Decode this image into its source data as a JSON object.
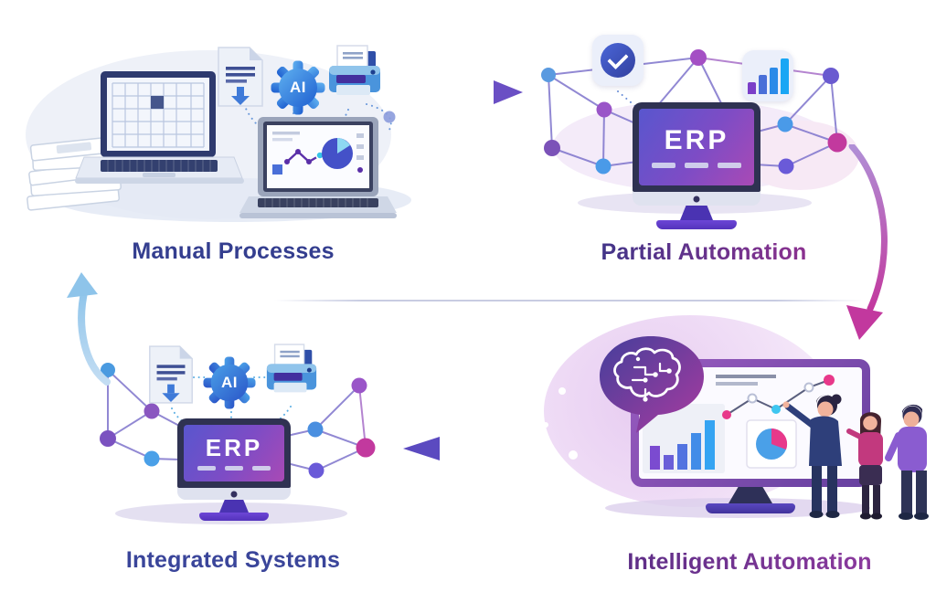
{
  "diagram": {
    "type": "cycle",
    "title": "",
    "stages": [
      {
        "id": "manual-processes",
        "label": "Manual Processes",
        "label_color": "#343e8f",
        "position": "top-left",
        "icons": [
          "papers-stack-icon",
          "laptop-spreadsheet-icon",
          "document-download-icon",
          "ai-gear-icon",
          "printer-icon",
          "laptop-dashboard-icon"
        ]
      },
      {
        "id": "partial-automation",
        "label": "Partial Automation",
        "label_color_start": "#3e3487",
        "label_color_end": "#8f3190",
        "position": "top-right",
        "icons": [
          "check-badge-icon",
          "bar-chart-badge-icon",
          "erp-monitor",
          "network-nodes"
        ]
      },
      {
        "id": "intelligent-automation",
        "label": "Intelligent Automation",
        "label_color_start": "#5c2d86",
        "label_color_end": "#8d3a9e",
        "position": "bottom-right",
        "icons": [
          "brain-circuit-bubble-icon",
          "analytics-monitor",
          "people-group"
        ]
      },
      {
        "id": "integrated-systems",
        "label": "Integrated Systems",
        "label_color": "#3a459a",
        "position": "bottom-left",
        "icons": [
          "document-download-icon",
          "ai-gear-icon",
          "printer-icon",
          "erp-monitor",
          "network-nodes"
        ]
      }
    ],
    "erp_badge": {
      "label": "ERP"
    },
    "ai_badge": {
      "label": "AI"
    },
    "arrows": [
      {
        "id": "manual-to-partial",
        "direction": "right",
        "color_start": "#cfe0f5",
        "color_end": "#6a4fc4"
      },
      {
        "id": "partial-to-intelligent",
        "direction": "down",
        "color_start": "#b08fd6",
        "color_end": "#c2389e"
      },
      {
        "id": "intelligent-to-integrated",
        "direction": "left",
        "color_start": "#efeaf8",
        "color_end": "#5b4ac0"
      },
      {
        "id": "integrated-to-manual",
        "direction": "up",
        "color": "#93c5ec"
      }
    ],
    "palette": {
      "screen_gradient": [
        "#5956ce",
        "#a94ab5"
      ],
      "bezel_navy": "#2f3252",
      "node_blue": "#4a9ae8",
      "node_purple": "#9a55c8",
      "node_magenta": "#c2399e",
      "node_indigo": "#6a5ad0",
      "edge_purple": "#7e74cc",
      "accent_blue": "#3f7ad8",
      "lavender_blob": "#ecd6f4"
    }
  }
}
